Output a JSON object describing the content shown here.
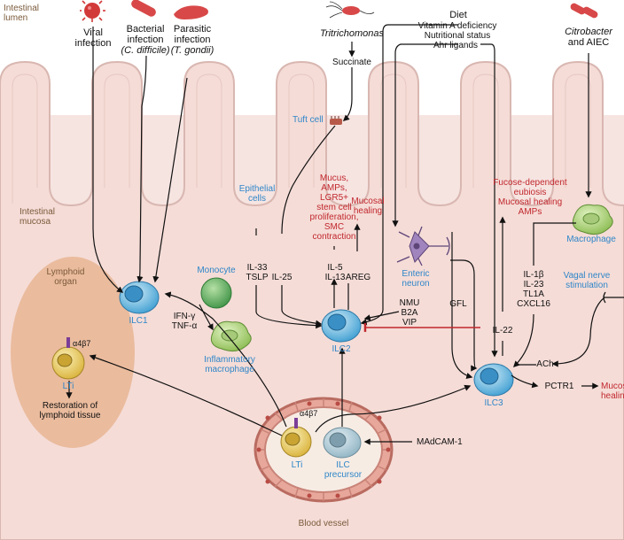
{
  "regions": {
    "lumen": [
      "Intestinal",
      "lumen"
    ],
    "mucosa": [
      "Intestinal",
      "mucosa"
    ],
    "lymphoid_organ": [
      "Lymphoid",
      "organ"
    ],
    "blood_vessel": "Blood vessel"
  },
  "pathogens": {
    "viral": [
      "Viral",
      "infection"
    ],
    "bacterial": [
      "Bacterial",
      "infection",
      "(C. difficile)"
    ],
    "parasitic": [
      "Parasitic",
      "infection",
      "(T. gondii)"
    ],
    "tritrichomonas": "Tritrichomonas",
    "succinate": "Succinate",
    "citrobacter": [
      "Citrobacter",
      "and AIEC"
    ]
  },
  "diet": {
    "title": "Diet",
    "items": [
      "Vitamin A deficiency",
      "Nutritional status",
      "Ahr ligands"
    ]
  },
  "cells": {
    "tuft": "Tuft cell",
    "epithelial": [
      "Epithelial",
      "cells"
    ],
    "monocyte": "Monocyte",
    "ilc1": "ILC1",
    "inflam_macrophage": [
      "Inflammatory",
      "macrophage"
    ],
    "ilc2": "ILC2",
    "enteric_neuron": [
      "Enteric",
      "neuron"
    ],
    "macrophage": "Macrophage",
    "ilc3": "ILC3",
    "lti_organ": "LTi",
    "lti_vessel": "LTi",
    "ilc_precursor": [
      "ILC",
      "precursor"
    ],
    "vagal": [
      "Vagal nerve",
      "stimulation"
    ]
  },
  "mediators": {
    "ifn_tnf": [
      "IFN-γ",
      "TNF-α"
    ],
    "il33_tslp": [
      "IL-33",
      "TSLP"
    ],
    "il25": "IL-25",
    "il5_il13": [
      "IL-5",
      "IL-13"
    ],
    "areg": "AREG",
    "nmu_vip": [
      "NMU",
      "B2A",
      "VIP"
    ],
    "gfl": "GFL",
    "il22": "IL-22",
    "macro_cyt": [
      "IL-1β",
      "IL-23",
      "TL1A",
      "CXCL16"
    ],
    "ach": "ACh",
    "pctr1": "PCTR1",
    "madcam": "MAdCAM-1",
    "integrin": "α4β7"
  },
  "outcomes": {
    "ilc2_effects": [
      "Mucus,",
      "AMPs,",
      "LGR5+",
      "stem cell",
      "proliferation,",
      "SMC",
      "contraction"
    ],
    "mucosal_healing_2": [
      "Mucosal",
      "healing"
    ],
    "ilc3_effects": [
      "Fucose-dependent",
      "eubiosis",
      "Mucosal healing",
      "AMPs"
    ],
    "mucosal_healing_3": [
      "Mucosal",
      "healing"
    ],
    "restoration": [
      "Restoration of",
      "lymphoid tissue"
    ]
  },
  "colors": {
    "lumen": "#ffffff",
    "mucosa": "#f6e4e1",
    "villus_edge": "#dcc0bb",
    "ilc": "#5bb2de",
    "lti": "#e8c85a",
    "monocyte": "#4fa85a",
    "macrophage": "#9fca6a",
    "neuron": "#9a7cb8",
    "vessel": "#c97f72",
    "lymphoid": "#e9b898",
    "label_blue": "#2f86c8",
    "label_red": "#c1272d"
  }
}
